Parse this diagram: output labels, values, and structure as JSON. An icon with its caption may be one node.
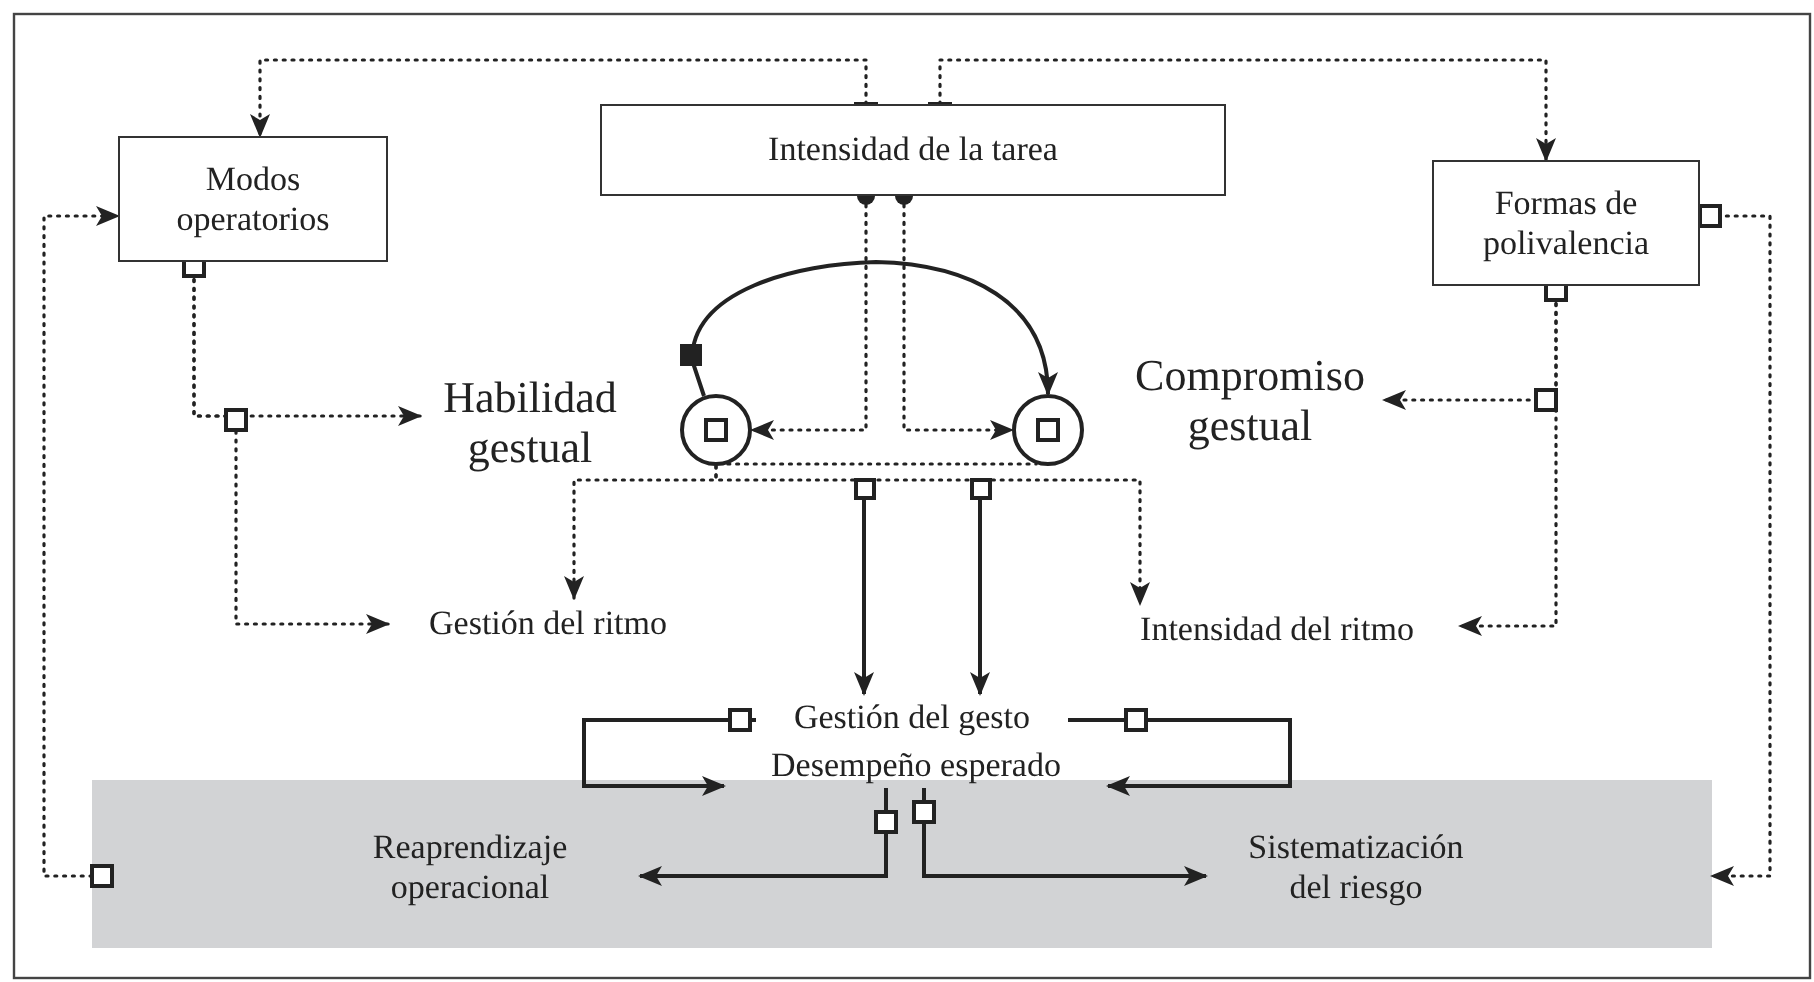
{
  "diagram": {
    "nodes": [
      {
        "text": [
          "Intensidad de la tarea"
        ]
      },
      {
        "text": [
          "Modos operatorios"
        ]
      },
      {
        "text": [
          "Formas de polivalencia"
        ]
      },
      {
        "text": [
          "Habilidad gestual"
        ]
      },
      {
        "text": [],
        "shape": "circle"
      },
      {
        "text": [],
        "shape": "circle"
      },
      {
        "text": [
          "Compromiso gestual"
        ]
      },
      {
        "text": [
          "Gestión del ritmo"
        ]
      },
      {
        "text": [
          "Intensidad del ritmo"
        ]
      },
      {
        "text": [
          "Gestión del gesto"
        ]
      },
      {
        "text": [
          "Desempeño esperado"
        ]
      },
      {
        "text": [],
        "shape": "bar"
      },
      {
        "text": [
          "Reaprendizaje operacional"
        ],
        "in": 11
      },
      {
        "text": [
          "Sistematización del riesgo"
        ],
        "in": 11
      },
      {
        "text": [],
        "shape": "box"
      },
      {
        "text": [],
        "shape": "box"
      }
    ],
    "edges": [
      {
        "from": 0,
        "to": 1,
        "arrow": "to",
        "style": "dashed"
      },
      {
        "from": 0,
        "to": 2,
        "arrow": "to",
        "style": "dashed"
      },
      {
        "from": 0,
        "to": 4,
        "arrow": "to",
        "style": "dashed"
      },
      {
        "from": 0,
        "to": 5,
        "arrow": "to",
        "style": "dashed"
      },
      {
        "from": 1,
        "to": 3,
        "arrow": "to",
        "style": "dashed"
      },
      {
        "from": 1,
        "to": 7,
        "arrow": "to",
        "style": "dashed"
      },
      {
        "from": 2,
        "to": 6,
        "arrow": "to",
        "style": "dashed"
      },
      {
        "from": 2,
        "to": 8,
        "arrow": "to",
        "style": "dashed"
      },
      {
        "from": 11,
        "to": 1,
        "arrow": "to",
        "style": "dashed"
      },
      {
        "from": 2,
        "to": 11,
        "arrow": "to",
        "style": "dashed"
      },
      {
        "from": 4,
        "to": 5,
        "arrow": "none",
        "style": "dashed"
      },
      {
        "from": 4,
        "to": 7,
        "arrow": "to",
        "style": "dashed"
      },
      {
        "from": 4,
        "to": 8,
        "arrow": "to",
        "style": "dashed"
      },
      {
        "from": 4,
        "to": 5,
        "arrow": "to"
      },
      {
        "from": 14,
        "to": 9,
        "arrow": "to"
      },
      {
        "from": 15,
        "to": 9,
        "arrow": "to"
      },
      {
        "from": 9,
        "to": 10,
        "arrow": "to"
      },
      {
        "from": 9,
        "to": 10,
        "arrow": "to"
      },
      {
        "from": 10,
        "to": 12,
        "arrow": "to"
      },
      {
        "from": 10,
        "to": 13,
        "arrow": "to"
      }
    ]
  }
}
